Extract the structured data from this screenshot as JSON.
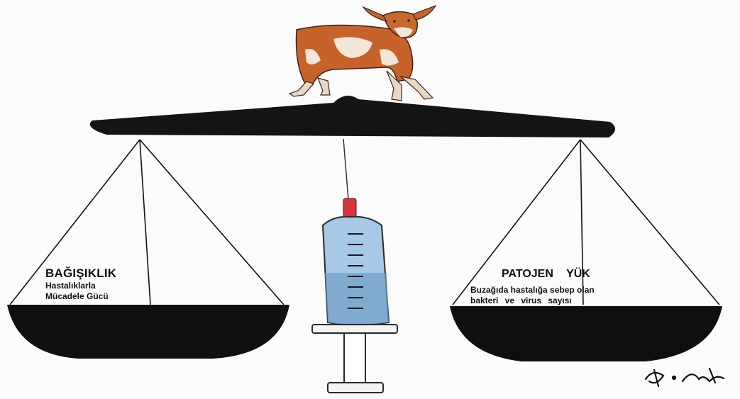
{
  "left_pan": {
    "title": "BAĞIŞIKLIK",
    "line1": "Hastalıklarla",
    "line2": "Mücadele Gücü"
  },
  "right_pan": {
    "title": "PATOJEN YÜK",
    "line1": "Buzağıda hastalığa sebep olan",
    "line2": "bakteri ve virus sayısı"
  },
  "colors": {
    "beam": "#141414",
    "pan": "#0f0f0f",
    "calf": "#c7622a",
    "syringe_barrel": "#a8c8e8",
    "syringe_needle_cap": "#d9363e"
  }
}
